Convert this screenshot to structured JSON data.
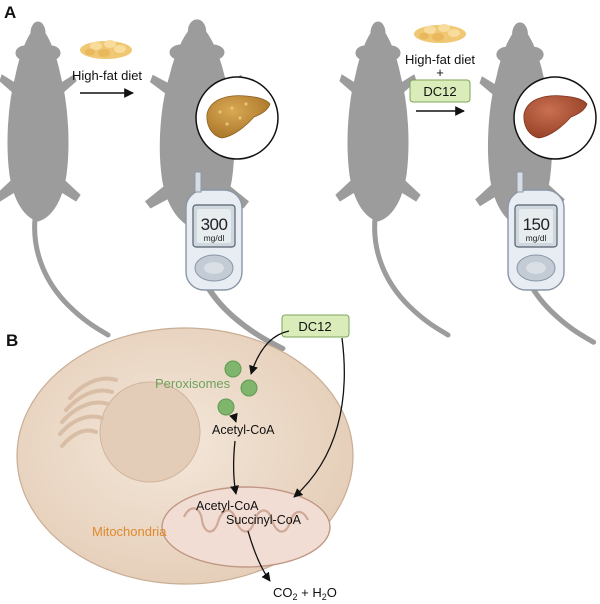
{
  "panel_a": {
    "letter": "A",
    "left": {
      "diet_label": "High-fat diet",
      "glucose_value": "300",
      "glucose_unit": "mg/dl"
    },
    "right": {
      "diet_label": "High-fat diet",
      "plus": "+",
      "drug_label": "DC12",
      "glucose_value": "150",
      "glucose_unit": "mg/dl"
    }
  },
  "panel_b": {
    "letter": "B",
    "drug_label": "DC12",
    "peroxisomes_label": "Peroxisomes",
    "acetyl_coa_label": "Acetyl-CoA",
    "mito_acetyl_coa_label": "Acetyl-CoA",
    "succinyl_coa_label": "Succinyl-CoA",
    "mitochondria_label": "Mitochondria",
    "product_co2": "CO",
    "product_sub2": "2",
    "product_plus_h": " + H",
    "product_sub2b": "2",
    "product_o": "O"
  },
  "colors": {
    "mouse": "#9c9c9c",
    "fatty_liver": "#c8953f",
    "healthy_liver": "#b95d3c",
    "drug_box": "#d9ecb9",
    "cell_body": "#efdfd0",
    "nucleus": "#e3cdb8",
    "mitochondrion": "#f2ddd4",
    "peroxisome": "#7fb56d",
    "peroxisome_text": "#6ea35f",
    "mitochondria_text": "#e0892d"
  }
}
